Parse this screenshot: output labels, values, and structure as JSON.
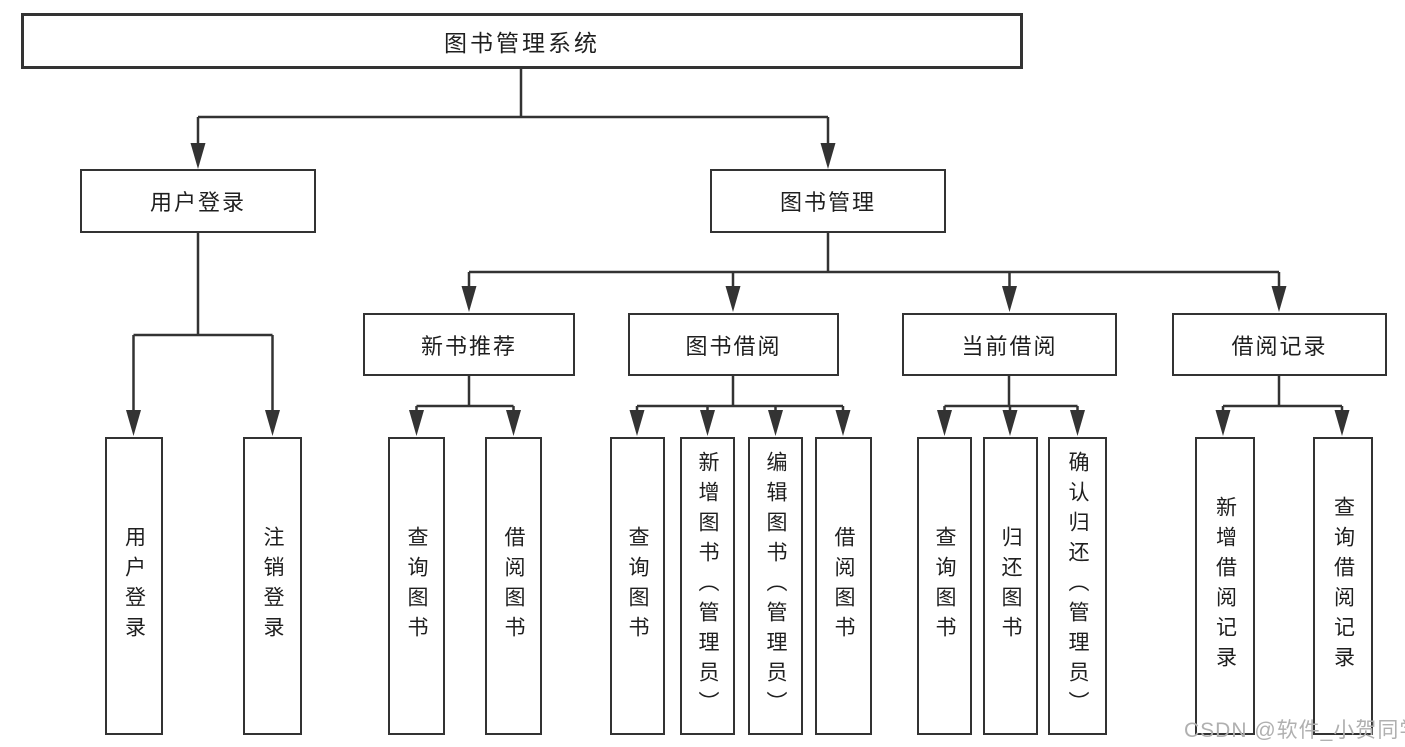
{
  "tree": {
    "root": {
      "label": "图书管理系统"
    },
    "branches": [
      {
        "label": "用户登录",
        "children": [
          {
            "label": "用户登录"
          },
          {
            "label": "注销登录"
          }
        ]
      },
      {
        "label": "图书管理",
        "children": [
          {
            "label": "新书推荐",
            "children": [
              {
                "label": "查询图书"
              },
              {
                "label": "借阅图书"
              }
            ]
          },
          {
            "label": "图书借阅",
            "children": [
              {
                "label": "查询图书"
              },
              {
                "label": "新增图书（管理员）"
              },
              {
                "label": "编辑图书（管理员）"
              },
              {
                "label": "借阅图书"
              }
            ]
          },
          {
            "label": "当前借阅",
            "children": [
              {
                "label": "查询图书"
              },
              {
                "label": "归还图书"
              },
              {
                "label": "确认归还（管理员）"
              }
            ]
          },
          {
            "label": "借阅记录",
            "children": [
              {
                "label": "新增借阅记录"
              },
              {
                "label": "查询借阅记录"
              }
            ]
          }
        ]
      }
    ]
  },
  "watermark": {
    "text": "CSDN @软件_小贺同学"
  },
  "colors": {
    "line": "#333333",
    "text": "#1f1f1f",
    "watermark": "#b0b0b0",
    "background": "#ffffff"
  }
}
